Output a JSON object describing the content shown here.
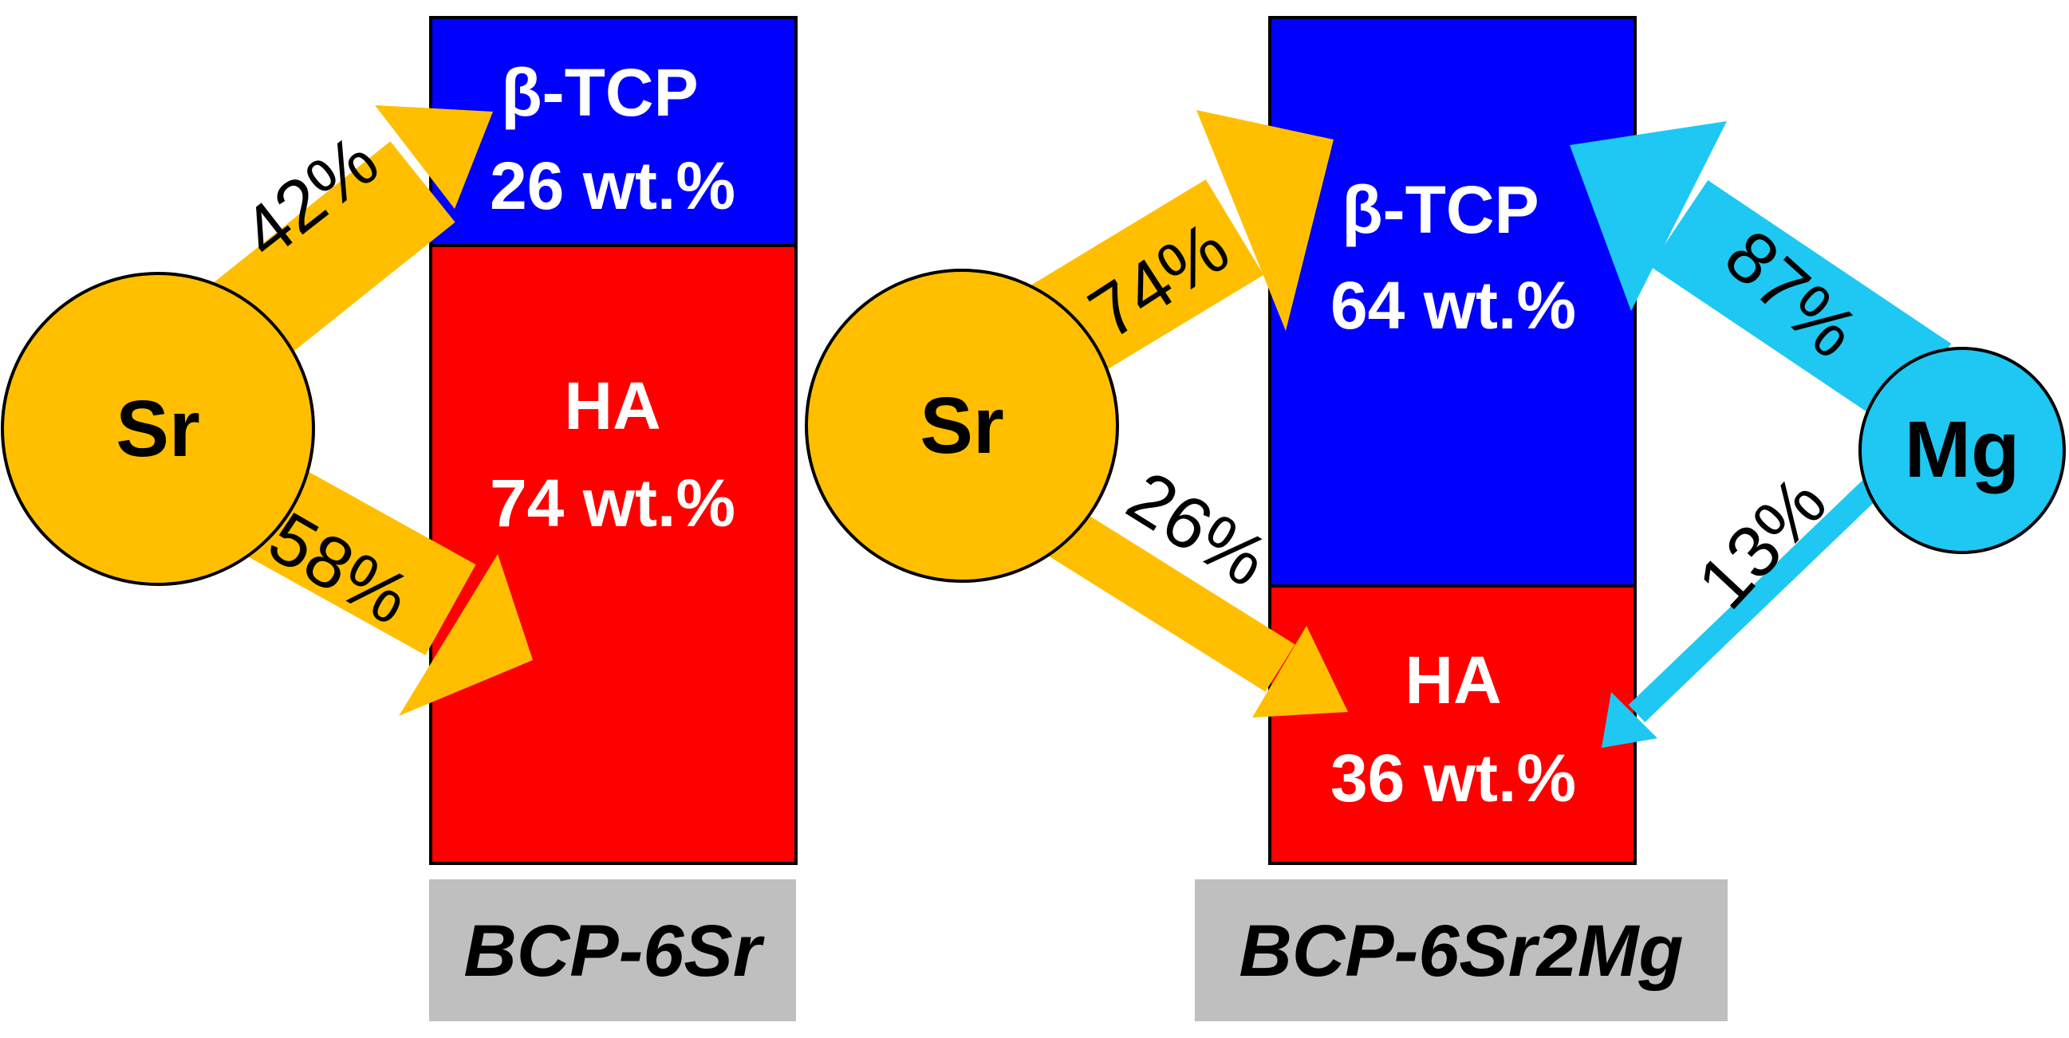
{
  "colors": {
    "beta_tcp": "#0000ff",
    "ha": "#ff0000",
    "sr": "#ffbf00",
    "mg": "#1ec8f2",
    "label_box": "#bfbfbf"
  },
  "panels": [
    {
      "sample": "BCP-6Sr",
      "beta_tcp": {
        "name": "β-TCP",
        "amount": "26 wt.%",
        "fraction": 0.26
      },
      "ha": {
        "name": "HA",
        "amount": "74 wt.%",
        "fraction": 0.74
      },
      "sr": {
        "label": "Sr",
        "to_beta_tcp": "42%",
        "to_ha": "58%"
      }
    },
    {
      "sample": "BCP-6Sr2Mg",
      "beta_tcp": {
        "name": "β-TCP",
        "amount": "64 wt.%",
        "fraction": 0.64
      },
      "ha": {
        "name": "HA",
        "amount": "36 wt.%",
        "fraction": 0.36
      },
      "sr": {
        "label": "Sr",
        "to_beta_tcp": "74%",
        "to_ha": "26%"
      },
      "mg": {
        "label": "Mg",
        "to_beta_tcp": "87%",
        "to_ha": "13%"
      }
    }
  ]
}
